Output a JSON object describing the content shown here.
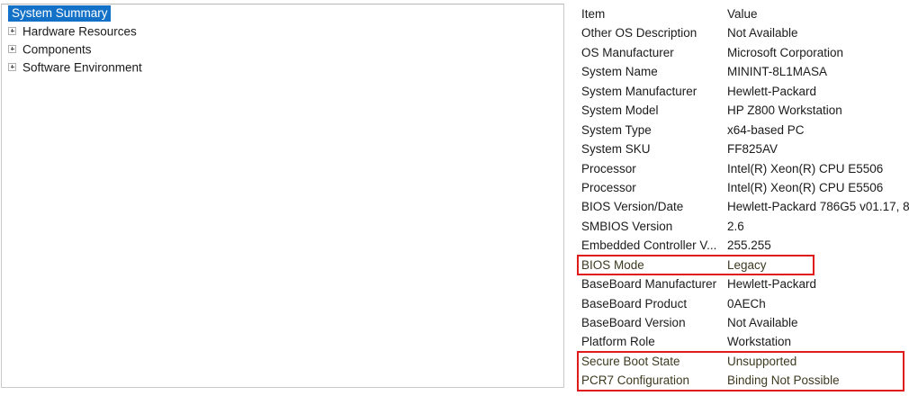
{
  "tree": {
    "name": "system-information-tree",
    "selected": "System Summary",
    "nodes": [
      {
        "label": "System Summary",
        "selected": true,
        "expandable": false
      },
      {
        "label": "Hardware Resources",
        "selected": false,
        "expandable": true
      },
      {
        "label": "Components",
        "selected": false,
        "expandable": true
      },
      {
        "label": "Software Environment",
        "selected": false,
        "expandable": true
      }
    ]
  },
  "list": {
    "columns": [
      "Item",
      "Value"
    ],
    "rows": [
      {
        "item": "Item",
        "value": "Value",
        "header": true,
        "highlighted": false
      },
      {
        "item": "Other OS Description",
        "value": "Not Available",
        "header": false,
        "highlighted": false
      },
      {
        "item": "OS Manufacturer",
        "value": "Microsoft Corporation",
        "header": false,
        "highlighted": false
      },
      {
        "item": "System Name",
        "value": "MININT-8L1MASA",
        "header": false,
        "highlighted": false
      },
      {
        "item": "System Manufacturer",
        "value": "Hewlett-Packard",
        "header": false,
        "highlighted": false
      },
      {
        "item": "System Model",
        "value": "HP Z800 Workstation",
        "header": false,
        "highlighted": false
      },
      {
        "item": "System Type",
        "value": "x64-based PC",
        "header": false,
        "highlighted": false
      },
      {
        "item": "System SKU",
        "value": "FF825AV",
        "header": false,
        "highlighted": false
      },
      {
        "item": "Processor",
        "value": "Intel(R) Xeon(R) CPU           E5506",
        "header": false,
        "highlighted": false
      },
      {
        "item": "Processor",
        "value": "Intel(R) Xeon(R) CPU           E5506",
        "header": false,
        "highlighted": false
      },
      {
        "item": "BIOS Version/Date",
        "value": "Hewlett-Packard 786G5 v01.17, 8/",
        "header": false,
        "highlighted": false
      },
      {
        "item": "SMBIOS Version",
        "value": "2.6",
        "header": false,
        "highlighted": false
      },
      {
        "item": "Embedded Controller V...",
        "value": "255.255",
        "header": false,
        "highlighted": false
      },
      {
        "item": "BIOS Mode",
        "value": "Legacy",
        "header": false,
        "highlighted": true
      },
      {
        "item": "BaseBoard Manufacturer",
        "value": "Hewlett-Packard",
        "header": false,
        "highlighted": false
      },
      {
        "item": "BaseBoard Product",
        "value": "0AECh",
        "header": false,
        "highlighted": false
      },
      {
        "item": "BaseBoard Version",
        "value": "Not Available",
        "header": false,
        "highlighted": false
      },
      {
        "item": "Platform Role",
        "value": "Workstation",
        "header": false,
        "highlighted": false
      },
      {
        "item": "Secure Boot State",
        "value": "Unsupported",
        "header": false,
        "highlighted": true
      },
      {
        "item": "PCR7 Configuration",
        "value": "Binding Not Possible",
        "header": false,
        "highlighted": true
      }
    ]
  },
  "annotations": [
    {
      "name": "bios-mode-highlight",
      "color": "#e01b1b",
      "targets": [
        "BIOS Mode"
      ]
    },
    {
      "name": "secure-boot-highlight",
      "color": "#e01b1b",
      "targets": [
        "Secure Boot State",
        "PCR7 Configuration"
      ]
    }
  ],
  "colors": {
    "selection": "#1372c8",
    "selection_text": "#ffffff",
    "annotation": "#e01b1b",
    "text": "#1b1b1b",
    "panel_border": "#c8c8c8"
  }
}
